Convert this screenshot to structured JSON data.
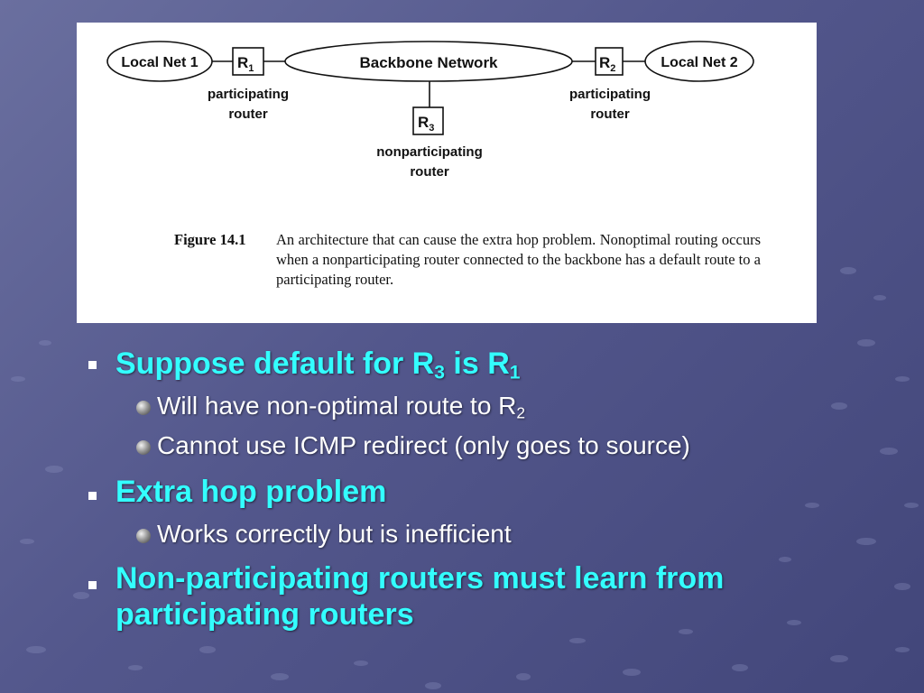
{
  "figure": {
    "nodes": {
      "local_net_1": "Local Net 1",
      "local_net_2": "Local Net 2",
      "backbone": "Backbone Network",
      "r1_letter": "R",
      "r1_sub": "1",
      "r2_letter": "R",
      "r2_sub": "2",
      "r3_letter": "R",
      "r3_sub": "3"
    },
    "labels": {
      "r1_line1": "participating",
      "r1_line2": "router",
      "r2_line1": "participating",
      "r2_line2": "router",
      "r3_line1": "nonparticipating",
      "r3_line2": "router"
    },
    "caption_label": "Figure 14.1",
    "caption_text": "An architecture that can cause the extra hop problem. Nonoptimal routing occurs when a nonparticipating router connected to the backbone has a default route to a participating router."
  },
  "bullets": [
    {
      "main": "Suppose default for R",
      "sub_a": "3",
      "mid": " is R",
      "sub_b": "1"
    },
    {
      "text": "Will have non-optimal route to R",
      "sub": "2"
    },
    {
      "text": "Cannot use ICMP redirect (only goes to source)"
    },
    {
      "main": "Extra hop problem"
    },
    {
      "text": "Works correctly but is inefficient"
    },
    {
      "main": "Non-participating routers must learn from participating routers"
    }
  ],
  "colors": {
    "bullet_main": "#33ffff",
    "bullet_sub": "#ffffff",
    "background": "#53578c"
  }
}
